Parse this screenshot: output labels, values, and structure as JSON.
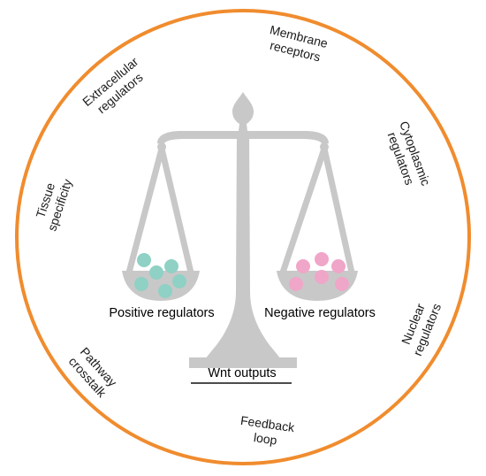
{
  "colors": {
    "ring": "#f08c2e",
    "scale": "#c8c8c8",
    "positive_balls": "#8fd1c4",
    "negative_balls": "#f0a6c8",
    "text": "#111111"
  },
  "outer_labels": {
    "membrane": [
      "Membrane",
      "receptors"
    ],
    "extracellular": [
      "Extracellular",
      "regulators"
    ],
    "cytoplasmic": [
      "Cytoplasmic",
      "regulators"
    ],
    "tissue": [
      "Tissue",
      "specificity"
    ],
    "nuclear": [
      "Nuclear",
      "regulators"
    ],
    "pathway": [
      "Pathway",
      "crosstalk"
    ],
    "feedback": [
      "Feedback",
      "loop"
    ]
  },
  "scale": {
    "left_label": "Positive regulators",
    "right_label": "Negative regulators",
    "base_label": "Wnt outputs"
  }
}
